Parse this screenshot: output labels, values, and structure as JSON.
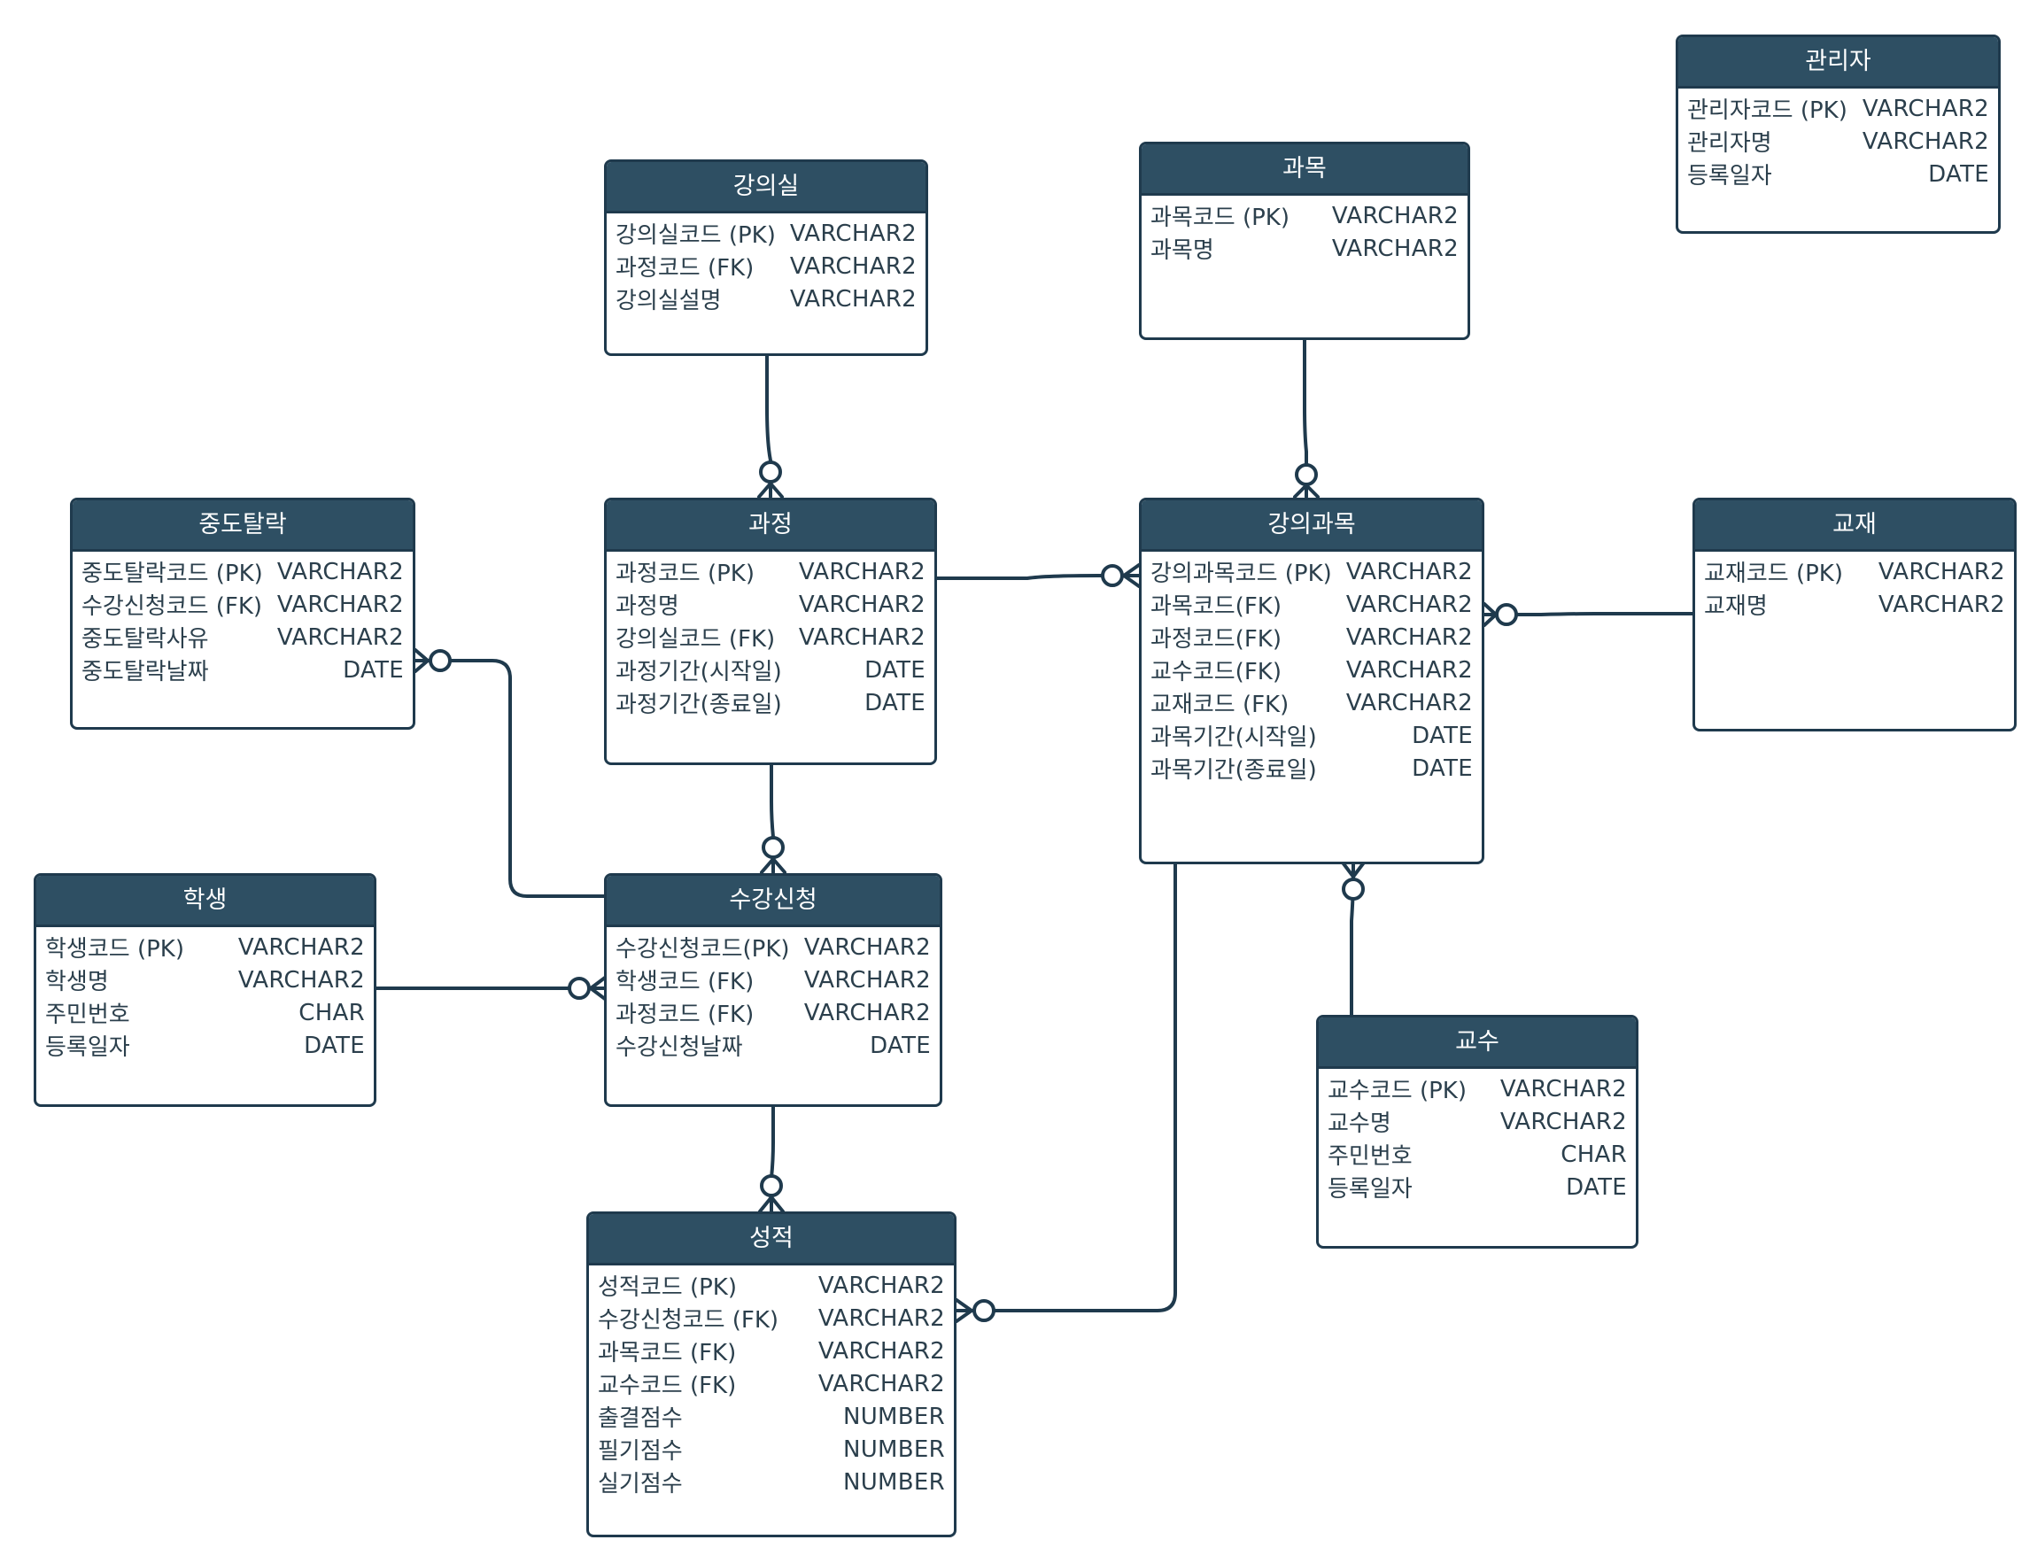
{
  "colors": {
    "header_bg": "#2e4f63",
    "border": "#1f3a4d",
    "header_text": "#ffffff",
    "field_text": "#2b3f4c"
  },
  "entities": {
    "admin": {
      "title": "관리자",
      "fields": [
        {
          "name": "관리자코드 (PK)",
          "type": "VARCHAR2"
        },
        {
          "name": "관리자명",
          "type": "VARCHAR2"
        },
        {
          "name": "등록일자",
          "type": "DATE"
        }
      ]
    },
    "subject": {
      "title": "과목",
      "fields": [
        {
          "name": "과목코드 (PK)",
          "type": "VARCHAR2"
        },
        {
          "name": "과목명",
          "type": "VARCHAR2"
        }
      ]
    },
    "classroom": {
      "title": "강의실",
      "fields": [
        {
          "name": "강의실코드 (PK)",
          "type": "VARCHAR2"
        },
        {
          "name": "과정코드 (FK)",
          "type": "VARCHAR2"
        },
        {
          "name": "강의실설명",
          "type": "VARCHAR2"
        }
      ]
    },
    "dropout": {
      "title": "중도탈락",
      "fields": [
        {
          "name": "중도탈락코드 (PK)",
          "type": "VARCHAR2"
        },
        {
          "name": "수강신청코드 (FK)",
          "type": "VARCHAR2"
        },
        {
          "name": "중도탈락사유",
          "type": "VARCHAR2"
        },
        {
          "name": "중도탈락날짜",
          "type": "DATE"
        }
      ]
    },
    "course": {
      "title": "과정",
      "fields": [
        {
          "name": "과정코드 (PK)",
          "type": "VARCHAR2"
        },
        {
          "name": "과정명",
          "type": "VARCHAR2"
        },
        {
          "name": "강의실코드 (FK)",
          "type": "VARCHAR2"
        },
        {
          "name": "과정기간(시작일)",
          "type": "DATE"
        },
        {
          "name": "과정기간(종료일)",
          "type": "DATE"
        }
      ]
    },
    "lecture": {
      "title": "강의과목",
      "fields": [
        {
          "name": "강의과목코드 (PK)",
          "type": "VARCHAR2"
        },
        {
          "name": "과목코드(FK)",
          "type": "VARCHAR2"
        },
        {
          "name": "과정코드(FK)",
          "type": "VARCHAR2"
        },
        {
          "name": "교수코드(FK)",
          "type": "VARCHAR2"
        },
        {
          "name": "교재코드 (FK)",
          "type": "VARCHAR2"
        },
        {
          "name": "과목기간(시작일)",
          "type": "DATE"
        },
        {
          "name": "과목기간(종료일)",
          "type": "DATE"
        }
      ]
    },
    "textbook": {
      "title": "교재",
      "fields": [
        {
          "name": "교재코드 (PK)",
          "type": "VARCHAR2"
        },
        {
          "name": "교재명",
          "type": "VARCHAR2"
        }
      ]
    },
    "student": {
      "title": "학생",
      "fields": [
        {
          "name": "학생코드 (PK)",
          "type": "VARCHAR2"
        },
        {
          "name": "학생명",
          "type": "VARCHAR2"
        },
        {
          "name": "주민번호",
          "type": "CHAR"
        },
        {
          "name": "등록일자",
          "type": "DATE"
        }
      ]
    },
    "enrollment": {
      "title": "수강신청",
      "fields": [
        {
          "name": "수강신청코드(PK)",
          "type": "VARCHAR2"
        },
        {
          "name": "학생코드 (FK)",
          "type": "VARCHAR2"
        },
        {
          "name": "과정코드 (FK)",
          "type": "VARCHAR2"
        },
        {
          "name": "수강신청날짜",
          "type": "DATE"
        }
      ]
    },
    "professor": {
      "title": "교수",
      "fields": [
        {
          "name": "교수코드 (PK)",
          "type": "VARCHAR2"
        },
        {
          "name": "교수명",
          "type": "VARCHAR2"
        },
        {
          "name": "주민번호",
          "type": "CHAR"
        },
        {
          "name": "등록일자",
          "type": "DATE"
        }
      ]
    },
    "grade": {
      "title": "성적",
      "fields": [
        {
          "name": "성적코드 (PK)",
          "type": "VARCHAR2"
        },
        {
          "name": "수강신청코드 (FK)",
          "type": "VARCHAR2"
        },
        {
          "name": "과목코드 (FK)",
          "type": "VARCHAR2"
        },
        {
          "name": "교수코드 (FK)",
          "type": "VARCHAR2"
        },
        {
          "name": "출결점수",
          "type": "NUMBER"
        },
        {
          "name": "필기점수",
          "type": "NUMBER"
        },
        {
          "name": "실기점수",
          "type": "NUMBER"
        }
      ]
    }
  },
  "relationships": [
    {
      "from": "classroom",
      "to": "course",
      "cardinality": "zero-or-many"
    },
    {
      "from": "subject",
      "to": "lecture",
      "cardinality": "zero-or-many"
    },
    {
      "from": "course",
      "to": "lecture",
      "cardinality": "zero-or-many"
    },
    {
      "from": "textbook",
      "to": "lecture",
      "cardinality": "zero-or-many"
    },
    {
      "from": "course",
      "to": "enrollment",
      "cardinality": "zero-or-many"
    },
    {
      "from": "enrollment",
      "to": "dropout",
      "cardinality": "zero-or-many"
    },
    {
      "from": "student",
      "to": "enrollment",
      "cardinality": "zero-or-many"
    },
    {
      "from": "enrollment",
      "to": "grade",
      "cardinality": "zero-or-many"
    },
    {
      "from": "lecture",
      "to": "grade",
      "cardinality": "zero-or-many"
    },
    {
      "from": "professor",
      "to": "lecture",
      "cardinality": "zero-or-many"
    }
  ]
}
